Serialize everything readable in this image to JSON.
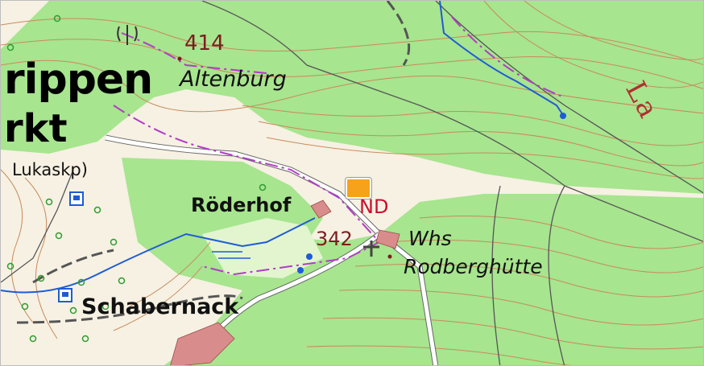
{
  "map": {
    "labels": {
      "town_top": "rippen",
      "town_bottom": "rkt",
      "lukas": "Lukaskp)",
      "altenburg": "Altenburg",
      "roderhof": "Röderhof",
      "schabernack": "Schabernack",
      "whs": "Whs",
      "rodberghutte": "Rodberghütte",
      "forest_partial": "La"
    },
    "elevations": {
      "altenburg_peak": "414",
      "roderhof_point": "342"
    },
    "natural_monument": "ND",
    "colors": {
      "forest": "#a7e58f",
      "open_land": "#f6f1e3",
      "contour": "#c98a5a",
      "stream": "#1f5bd6",
      "boundary": "#b23cc7",
      "road": "#ffffff",
      "road_casing": "#666666",
      "marker": "#f7a21b"
    },
    "icons": {
      "bus_stop": "bus-stop-icon",
      "tower": "radio-tower-icon",
      "chapel": "chapel-icon",
      "pin": "location-marker-icon"
    }
  }
}
